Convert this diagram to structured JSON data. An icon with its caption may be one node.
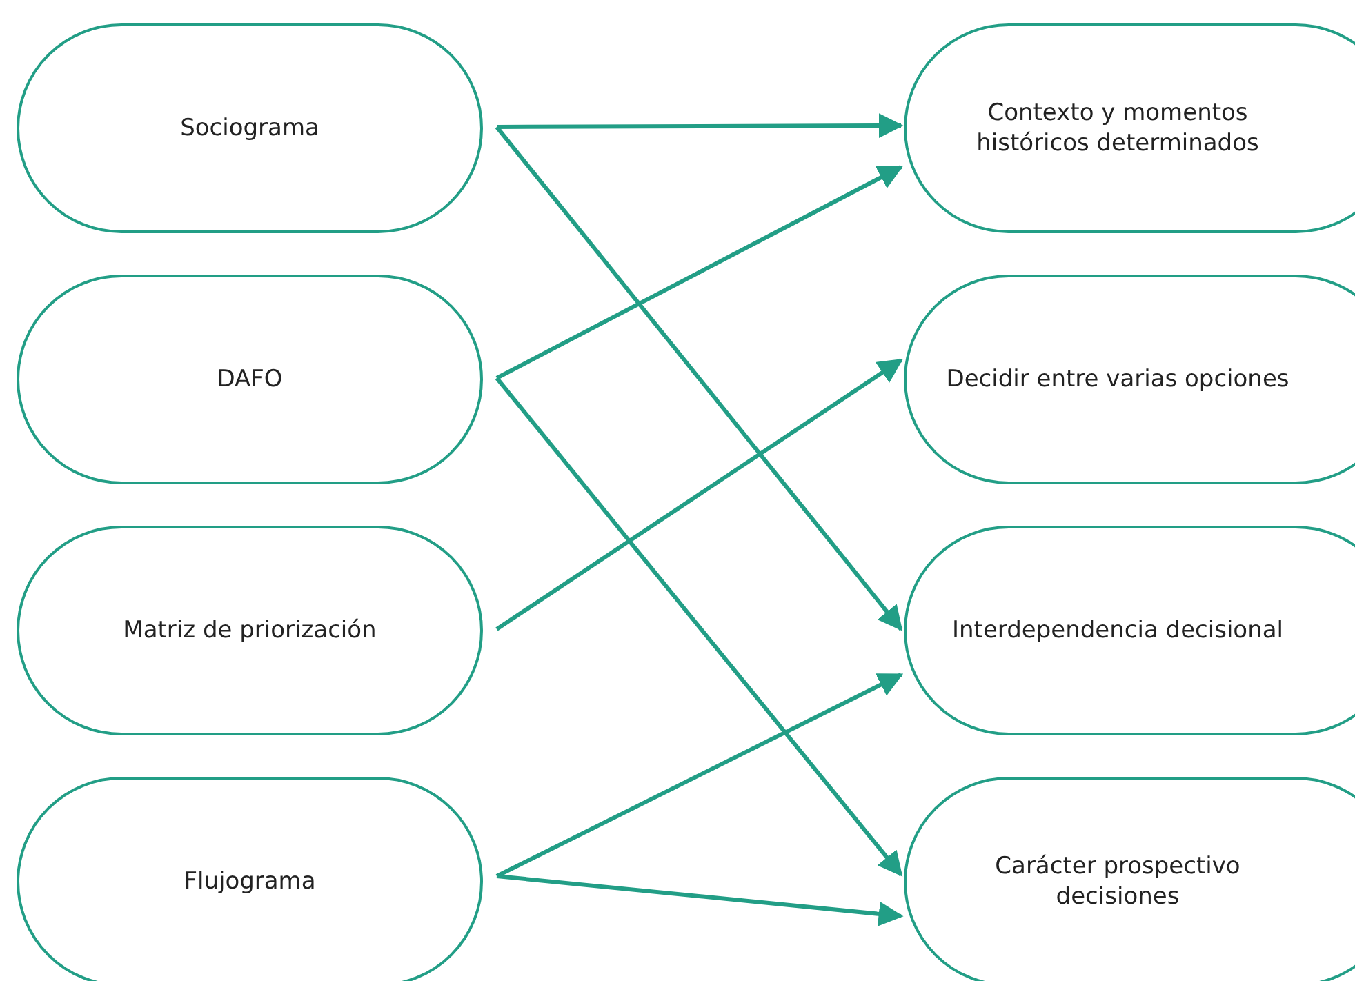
{
  "diagram": {
    "nodes": [
      {
        "text": [
          "Sociograma"
        ]
      },
      {
        "text": [
          "DAFO"
        ]
      },
      {
        "text": [
          "Matriz de priorización"
        ]
      },
      {
        "text": [
          "Flujograma"
        ]
      },
      {
        "text": [
          "Contexto y momentos históricos determinados"
        ]
      },
      {
        "text": [
          "Decidir entre varias opciones"
        ]
      },
      {
        "text": [
          "Interdependencia decisional"
        ]
      },
      {
        "text": [
          "Carácter prospectivo decisiones"
        ]
      }
    ],
    "edges": [
      {
        "from": 0,
        "to": 4,
        "arrow": "to"
      },
      {
        "from": 0,
        "to": 6,
        "arrow": "to"
      },
      {
        "from": 1,
        "to": 4,
        "arrow": "to"
      },
      {
        "from": 1,
        "to": 7,
        "arrow": "to"
      },
      {
        "from": 2,
        "to": 5,
        "arrow": "to"
      },
      {
        "from": 3,
        "to": 6,
        "arrow": "to"
      },
      {
        "from": 3,
        "to": 7,
        "arrow": "to"
      }
    ]
  }
}
